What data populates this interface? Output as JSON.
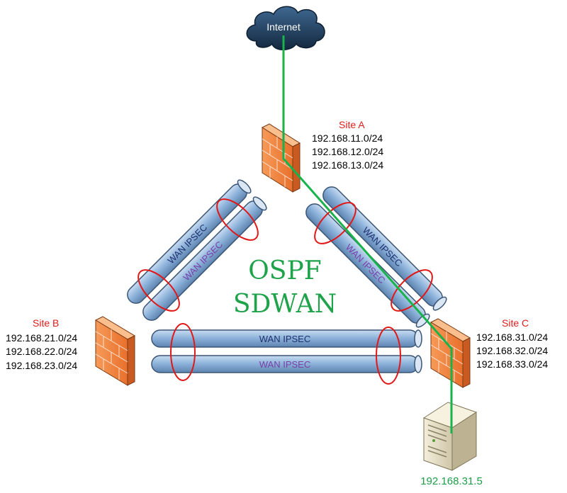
{
  "colors": {
    "site_label": "#e01b1b",
    "tunnel_label_primary": "#1f2f6e",
    "tunnel_label_secondary": "#7a3fa8",
    "overlay_title": "#1ea24a",
    "internet_path": "#19b24b",
    "server_label": "#1e9e49",
    "tunnel_ring": "#e01818",
    "pipe_fill": "#8fb4dc",
    "pipe_stroke": "#3a5575",
    "firewall": "#f07f3c",
    "cloud": "#1c3c5e"
  },
  "internet": {
    "label": "Internet",
    "icon": "cloud-icon"
  },
  "overlay": {
    "line1": "OSPF",
    "line2": "SDWAN"
  },
  "tunnels": {
    "ab_primary": "WAN IPSEC",
    "ab_secondary": "WAN IPSEC",
    "ac_primary": "WAN IPSEC",
    "ac_secondary": "WAN IPSEC",
    "bc_primary": "WAN IPSEC",
    "bc_secondary": "WAN IPSEC"
  },
  "sites": {
    "a": {
      "name": "Site A",
      "subnets": [
        "192.168.11.0/24",
        "192.168.12.0/24",
        "192.168.13.0/24"
      ],
      "icon": "firewall-icon"
    },
    "b": {
      "name": "Site B",
      "subnets": [
        "192.168.21.0/24",
        "192.168.22.0/24",
        "192.168.23.0/24"
      ],
      "icon": "firewall-icon"
    },
    "c": {
      "name": "Site C",
      "subnets": [
        "192.168.31.0/24",
        "192.168.32.0/24",
        "192.168.33.0/24"
      ],
      "icon": "firewall-icon"
    }
  },
  "server": {
    "label": "192.168.31.5",
    "icon": "server-icon"
  }
}
